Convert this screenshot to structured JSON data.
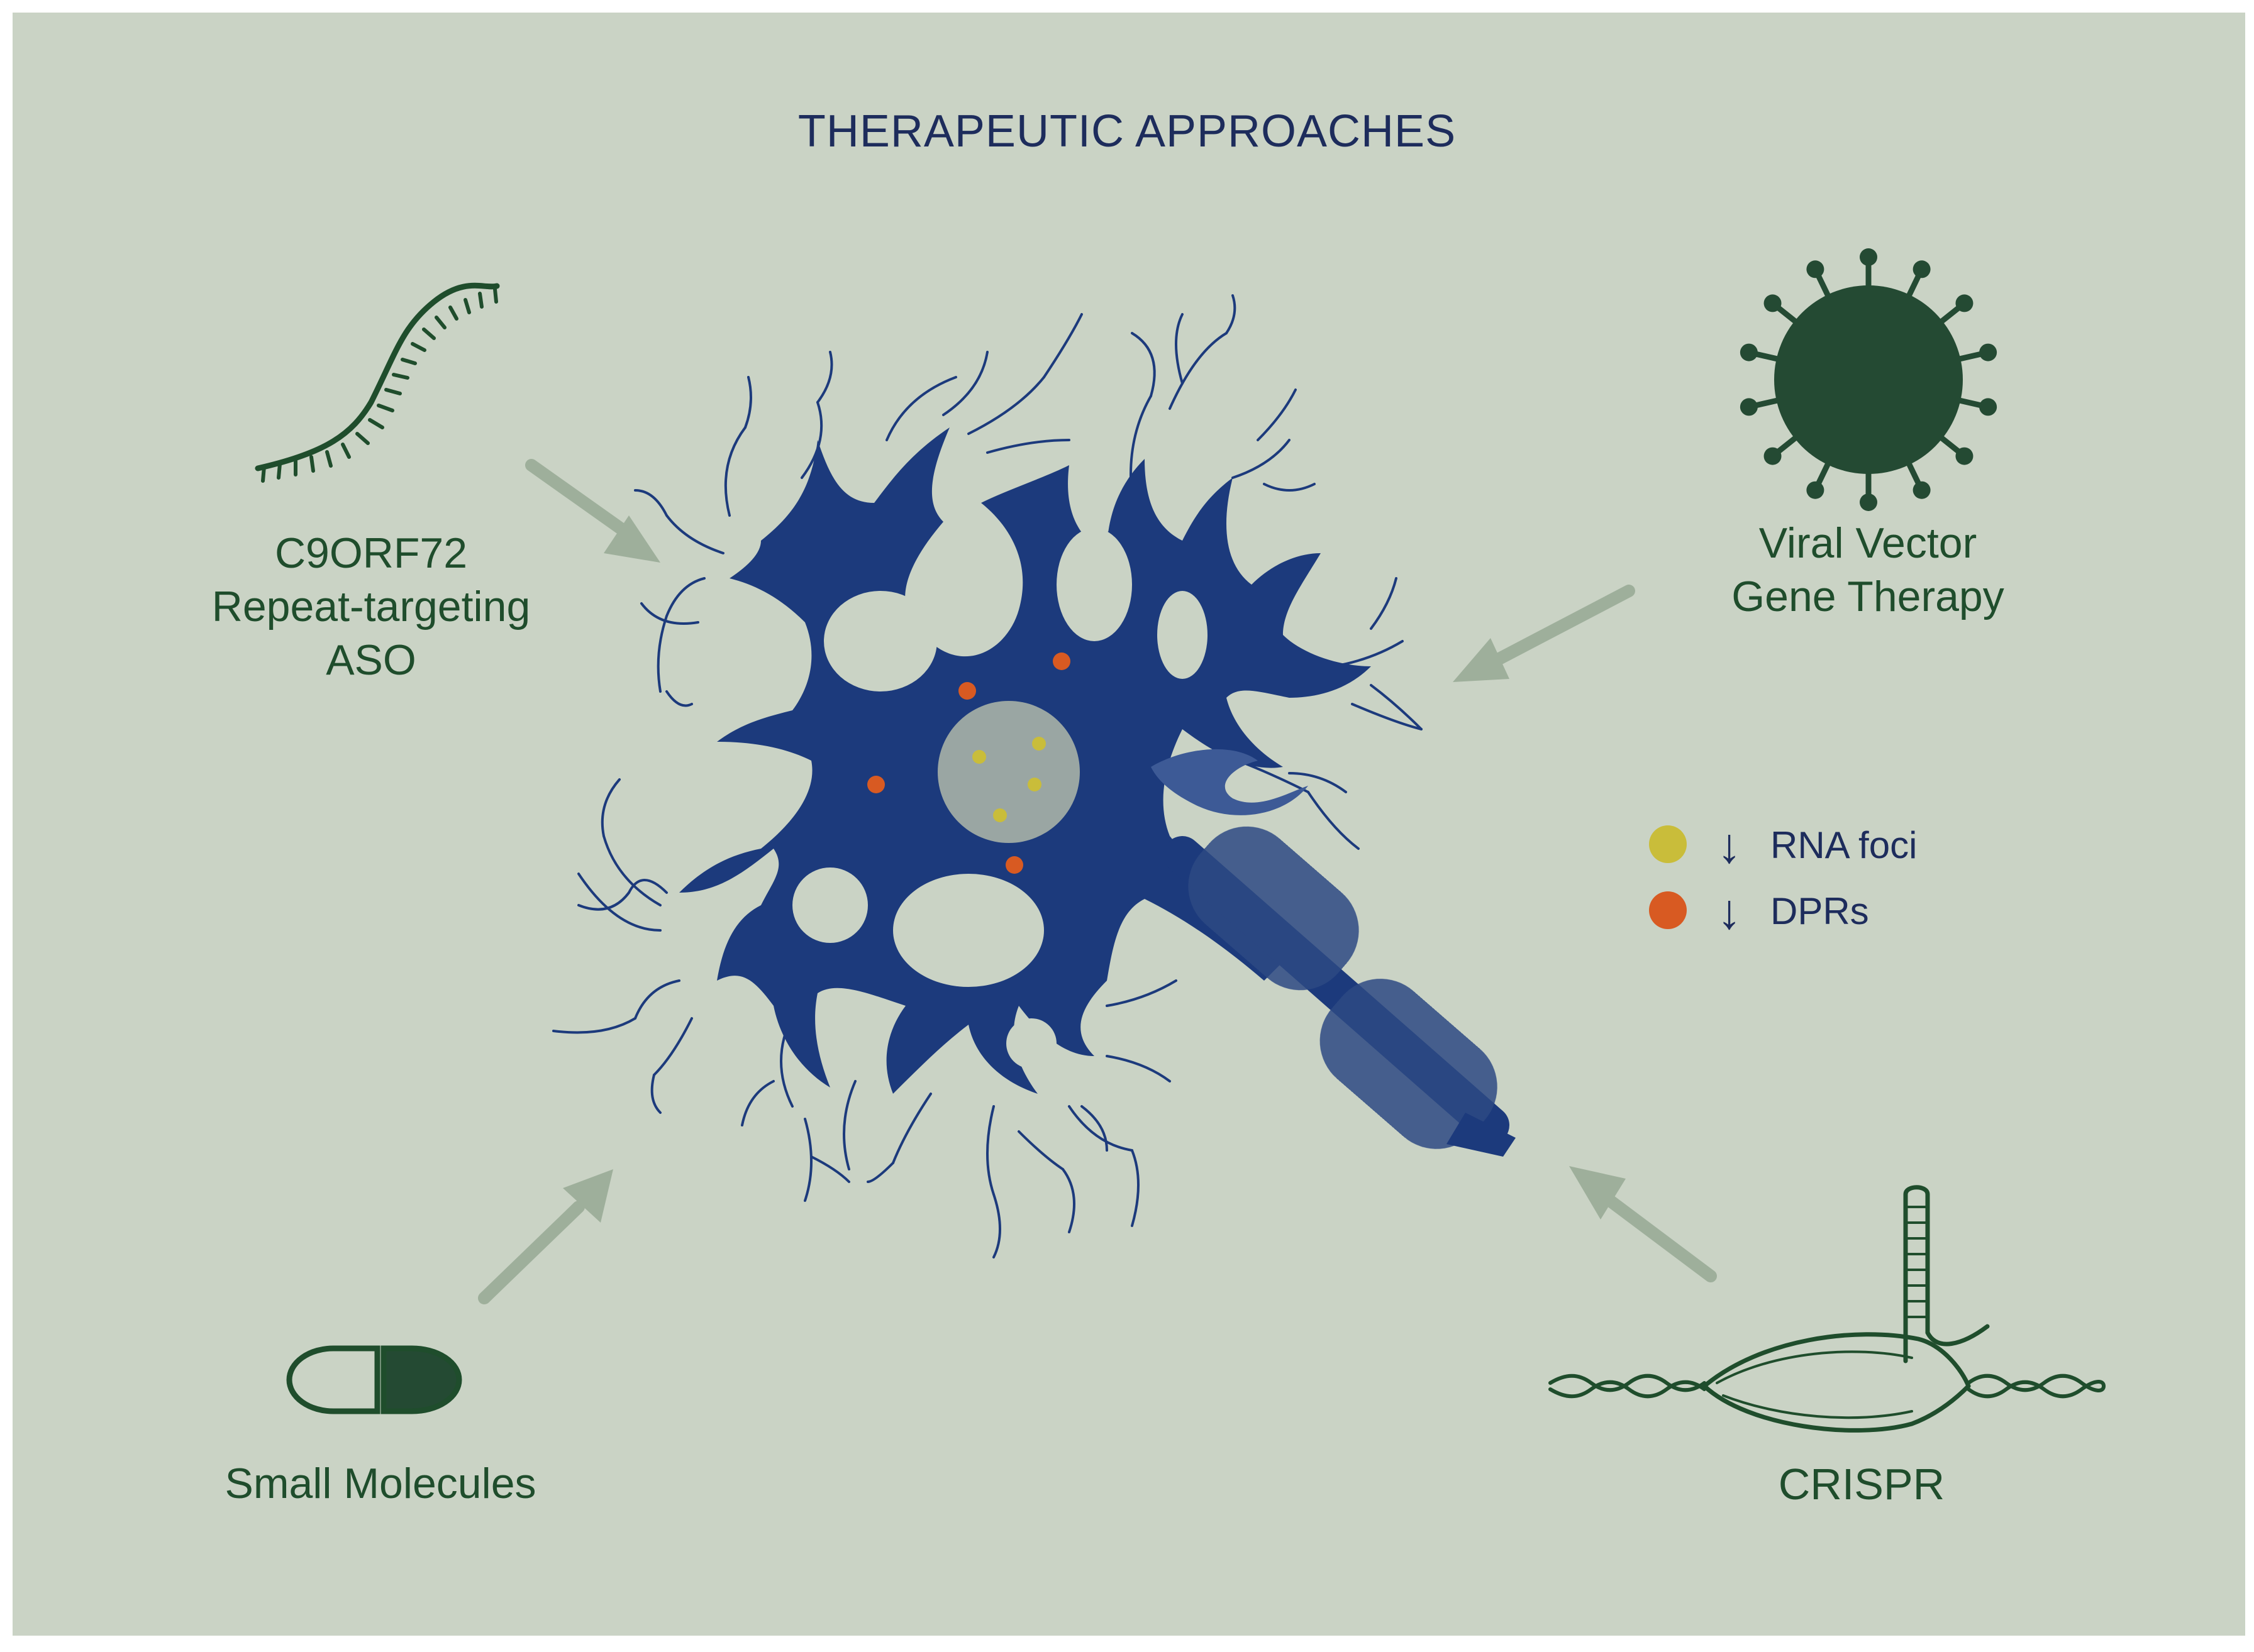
{
  "title": "THERAPEUTIC APPROACHES",
  "approaches": {
    "aso": {
      "line1": "C9ORF72",
      "line2": "Repeat-targeting",
      "line3": "ASO",
      "icon": "aso-strand-icon"
    },
    "viral": {
      "line1": "Viral Vector",
      "line2": "Gene Therapy",
      "icon": "virus-icon"
    },
    "small_molecules": {
      "label": "Small Molecules",
      "icon": "capsule-icon"
    },
    "crispr": {
      "label": "CRISPR",
      "icon": "dna-guide-rna-icon"
    }
  },
  "legend": {
    "items": [
      {
        "label": "RNA foci",
        "arrow": "↓",
        "color": "#c9bd3a"
      },
      {
        "label": "DPRs",
        "arrow": "↓",
        "color": "#d85a22"
      }
    ]
  },
  "colors": {
    "background": "#cad3c5",
    "neuron": "#1c3a7c",
    "nucleus": "#9aa6a3",
    "icon_green": "#1f4d2c",
    "arrow": "#9eaf9b",
    "title": "#1d2c5c"
  }
}
